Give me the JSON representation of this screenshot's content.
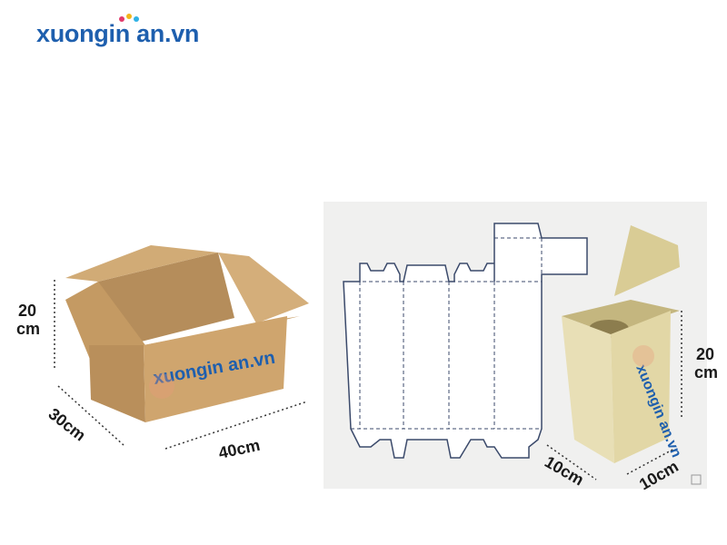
{
  "brand": {
    "logo_text": "xuongin an.vn",
    "watermark_text": "xuongin an.vn"
  },
  "box_left": {
    "height_label_1": "20",
    "height_label_2": "cm",
    "depth_label": "30cm",
    "width_label": "40cm"
  },
  "box_right": {
    "height_label_1": "20",
    "height_label_2": "cm",
    "depth_label": "10cm",
    "width_label": "10cm"
  },
  "colors": {
    "brand_blue": "#1e5fae",
    "cardboard": "#c9a16b",
    "panel_bg": "#f0f0ef",
    "box_cream": "#e8dfb6"
  },
  "icons": [
    "printer-icon",
    "corner-mark-icon"
  ]
}
